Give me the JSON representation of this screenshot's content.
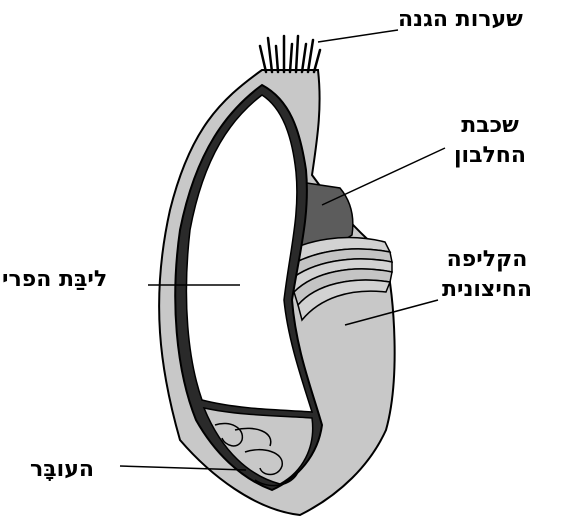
{
  "labels": {
    "hairs": "שערות הגנה",
    "protein_line1": "שכבת",
    "protein_line2": "החלבון",
    "shell_line1": "הקליפה",
    "shell_line2": "החיצונית",
    "fruit": "ליבַּת הפרי",
    "embryo": "העובָּר"
  },
  "colors": {
    "outline": "#000000",
    "outer_shell": "#c8c8c8",
    "protein_layer": "#5c5c5c",
    "fruit_core": "#ffffff",
    "background": "#ffffff"
  }
}
